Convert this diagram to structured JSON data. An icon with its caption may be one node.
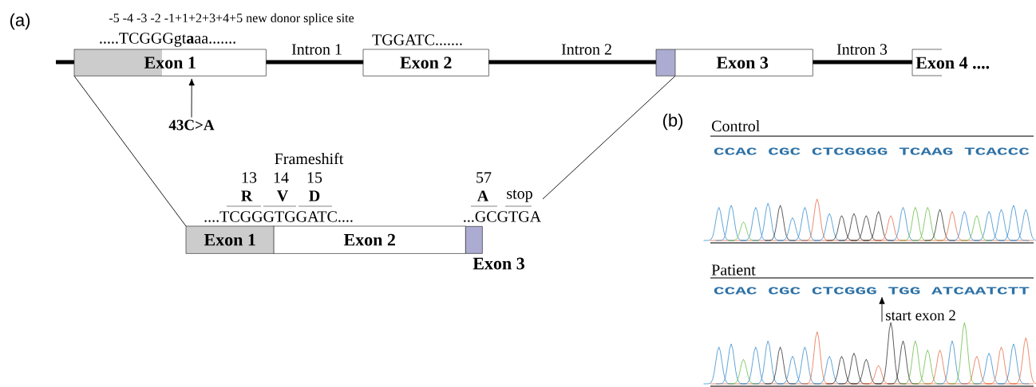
{
  "diagram": {
    "nodes": [
      {
        "text": [
          "Exon 1"
        ],
        "beside": [
          ".....TCGGGgt**a**aa......."
        ]
      },
      {
        "text": [
          "Exon 2"
        ],
        "beside": [
          "TGGATC......."
        ]
      },
      {
        "text": [
          "Exon 3"
        ]
      },
      {
        "text": [
          "Exon 4 ...."
        ]
      },
      {
        "text": [
          "43C>A"
        ]
      },
      {
        "text": [
          "Exon 1"
        ]
      },
      {
        "text": [
          "Exon 2"
        ]
      },
      {
        "text": [
          "Exon 3"
        ]
      },
      {
        "text": [
          "CCAC CGC CTCGGG TGG ATCAATCTT"
        ]
      },
      {
        "text": [
          "start exon 2"
        ]
      }
    ],
    "edges": [
      {
        "from": 0,
        "to": 5,
        "arrow": "none"
      },
      {
        "from": 2,
        "to": null,
        "arrow": "none"
      },
      {
        "from": 4,
        "to": 0,
        "arrow": "to"
      },
      {
        "from": 9,
        "to": 8,
        "arrow": "to"
      }
    ],
    "labels": [
      "(a)",
      "-5 -4 -3 -2 -1+1+2+3+4+5 new donor splice site",
      "Intron 1",
      "Intron 2",
      "Intron 3",
      "Frameshift",
      "13",
      "14",
      "15",
      "57",
      "R",
      "V",
      "D",
      "A",
      "stop",
      "....TCGGGTGGATC....",
      "...GCGTGA",
      "(b)",
      "Control",
      "CCAC CGC CTCGGGG TCAAG TCACCC",
      "Patient"
    ]
  }
}
